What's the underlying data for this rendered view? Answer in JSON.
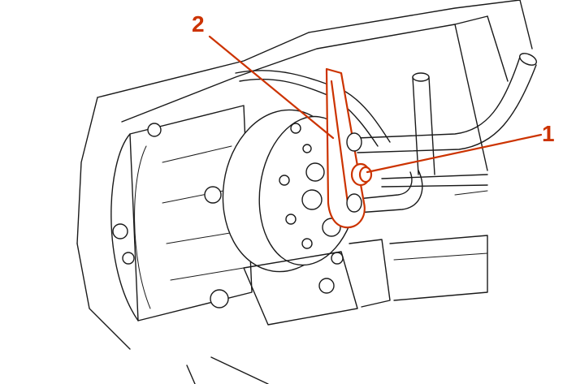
{
  "diagram": {
    "callouts": [
      {
        "id": "1",
        "label": "1"
      },
      {
        "id": "2",
        "label": "2"
      }
    ],
    "highlight_color": "#cc3300",
    "line_color": "#1a1a1a",
    "background_color": "#ffffff"
  }
}
